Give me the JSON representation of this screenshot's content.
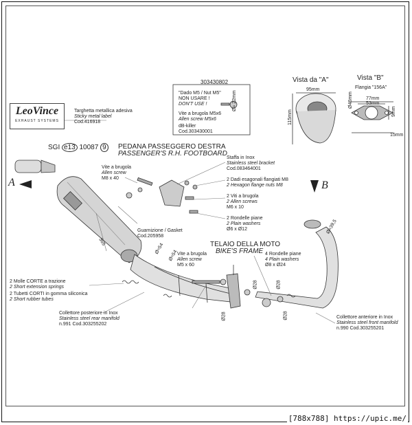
{
  "header": {
    "part_number": "303430802",
    "view_a": "Vista da \"A\"",
    "view_b": "Vista \"B\"",
    "view_b_sub": "Flangia \"156A\""
  },
  "brand": {
    "logo_text": "LeoVince",
    "logo_sub": "EXHAUST SYSTEMS",
    "label_it": "Targhetta metallica adesiva",
    "label_en": "Sticky metal label",
    "label_cod": "Cod.416918"
  },
  "homologation": {
    "text": "SGI",
    "mark": "e13",
    "number": "10087",
    "suffix": "9"
  },
  "inset": {
    "line1": "\"Dado M5 / Nut M5\"",
    "line2": "NON USARE !",
    "line3": "DON'T USE !",
    "line4": "Vite a brugola M5x6",
    "line5": "Allen screw M5x6",
    "line6": "dB-killer",
    "line7": "Cod.303430001",
    "dim": "Ø≈ 22mm"
  },
  "footboard": {
    "it": "PEDANA PASSEGGERO DESTRA",
    "en": "PASSENGER'S R.H. FOOTBOARD"
  },
  "callouts": {
    "allen_m8_it": "Vite a brugola",
    "allen_m8_en": "Allen screw",
    "allen_m8_size": "M8 x 40",
    "bracket_it": "Staffa in Inox",
    "bracket_en": "Stainless steel bracket",
    "bracket_cod": "Cod.083464001",
    "nuts_it": "2 Dadi esagonali flangiati M8",
    "nuts_en": "2 Hexagon flange nuts M8",
    "screws_it": "2 Viti a brugola",
    "screws_en": "2 Allen screws",
    "screws_size": "M6 x 10",
    "washers_it": "2 Rondelle piane",
    "washers_en": "2 Plain washers",
    "washers_size": "Ø6 x Ø12",
    "gasket_it": "Guarnizione / Gasket",
    "gasket_cod": "Cod.205958",
    "frame_it": "TELAIO DELLA MOTO",
    "frame_en": "BIKE'S FRAME",
    "allen_m5_it": "Vite a brugola",
    "allen_m5_en": "Allen screw",
    "allen_m5_size": "M5 x 60",
    "washers4_it": "4 Rondelle piane",
    "washers4_en": "4 Plain washers",
    "washers4_size": "Ø8 x Ø24",
    "springs_it": "2 Molle CORTE a trazione",
    "springs_en": "2 Short extension springs",
    "tubes_it": "2 Tubetti CORTI in gomma siliconica",
    "tubes_en": "2 Short rubber tubes",
    "rear_it": "Collettore posteriore in Inox",
    "rear_en": "Stainless steel rear manifold",
    "rear_cod": "n.991   Cod.303255202",
    "front_it": "Collettore anteriore in Inox",
    "front_en": "Stainless steel front manifold",
    "front_cod": "n.990   Cod.303255201"
  },
  "dims": {
    "w95": "95mm",
    "h115": "115mm",
    "w77": "77mm",
    "w53": "53mm",
    "h9": "9mm",
    "h15": "15mm",
    "h46": "Ø46mm",
    "len365": "365",
    "d54a": "Ø≈54",
    "d54b": "Ø≈54",
    "d395": "Ø≈39,5",
    "d28a": "Ø28",
    "d28b": "Ø28",
    "d28c": "Ø28",
    "d28d": "Ø28"
  },
  "view_letters": {
    "a": "A",
    "b": "B"
  },
  "watermark": "[788x788] https://upic.me/"
}
